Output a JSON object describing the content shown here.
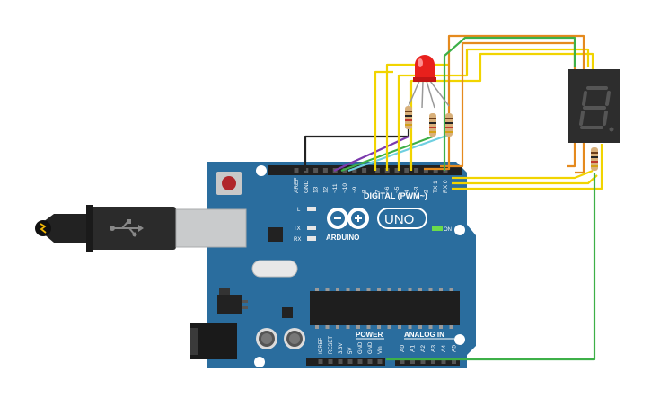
{
  "board": {
    "label_digital": "DIGITAL (PWM~)",
    "brand": "ARDUINO",
    "model": "UNO",
    "label_power": "POWER",
    "label_analog": "ANALOG IN",
    "led_l": "L",
    "led_tx": "TX",
    "led_rx": "RX",
    "label_on": "ON",
    "digital_pins": [
      "AREF",
      "GND",
      "13",
      "12",
      "~11",
      "~10",
      "~9",
      "8",
      "7",
      "~6",
      "~5",
      "4",
      "~3",
      "2",
      "TX 1",
      "RX 0"
    ],
    "power_pins": [
      "IOREF",
      "RESET",
      "3.3V",
      "5V",
      "GND",
      "GND",
      "Vin"
    ],
    "analog_pins": [
      "A0",
      "A1",
      "A2",
      "A3",
      "A4",
      "A5"
    ],
    "board_color": "#2a6d9e"
  },
  "components": {
    "led_color": "#e8201c",
    "usb_icon": "usb-icon",
    "display_segments_color": "#555555"
  },
  "wire_colors": {
    "black": "#222222",
    "purple": "#7c3aad",
    "green": "#3db048",
    "orange": "#e58a1e",
    "yellow": "#f1d400",
    "cyan": "#6ecfe0"
  }
}
